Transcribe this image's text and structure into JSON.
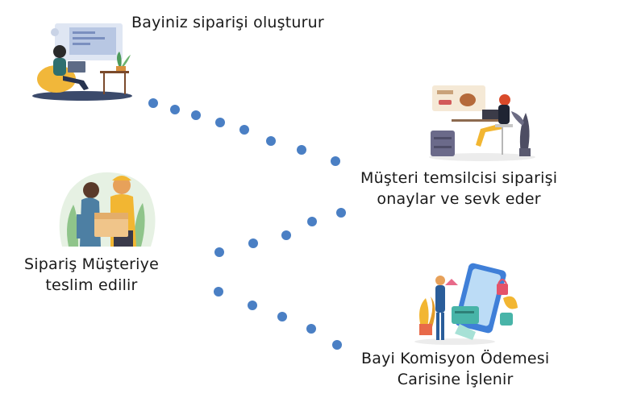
{
  "steps": [
    {
      "lines": [
        "Bayiniz siparişi oluşturur"
      ],
      "illustration": "woman-laptop-beanbag"
    },
    {
      "lines": [
        "Müşteri temsilcisi siparişi",
        "onaylar ve sevk eder"
      ],
      "illustration": "woman-desk-computer"
    },
    {
      "lines": [
        "Sipariş Müşteriye",
        "teslim edilir"
      ],
      "illustration": "courier-delivery"
    },
    {
      "lines": [
        "Bayi Komisyon Ödemesi",
        "Carisine İşlenir"
      ],
      "illustration": "phone-payment"
    }
  ],
  "colors": {
    "dot": "#4a7fc4",
    "text": "#1a1a1a"
  }
}
